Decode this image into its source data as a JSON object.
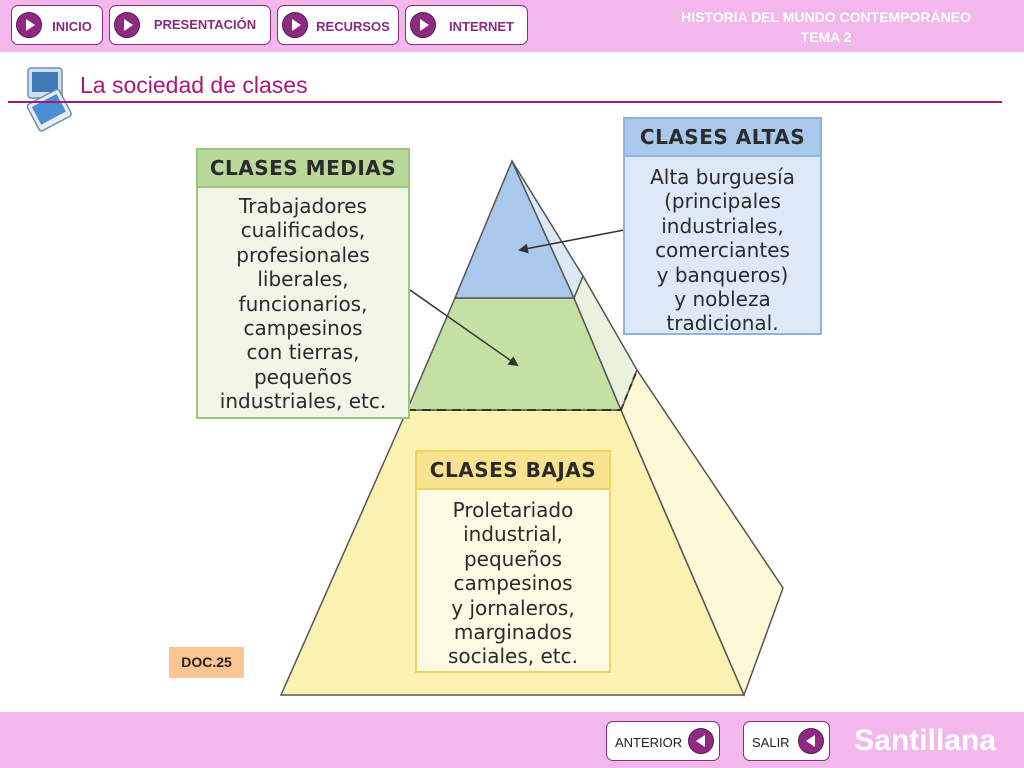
{
  "header": {
    "nav": [
      "INICIO",
      "PRESENTACIÓN",
      "RECURSOS",
      "INTERNET"
    ],
    "title_line1": "HISTORIA DEL MUNDO CONTEMPORÁNEO",
    "title_line2": "TEMA 2"
  },
  "page_title": "La sociedad de clases",
  "colors": {
    "accent": "#a8187c",
    "bar_bg": "#f2b8ec",
    "tier_top": "#a9c8eb",
    "tier_middle": "#c5e0a5",
    "tier_base": "#fbf2b2"
  },
  "clases_medias": {
    "heading": "CLASES MEDIAS",
    "lines": [
      "Trabajadores",
      "cualificados,",
      "profesionales",
      "liberales,",
      "funcionarios,",
      "campesinos",
      "con tierras,",
      "pequeños",
      "industriales, etc."
    ]
  },
  "clases_altas": {
    "heading": "CLASES ALTAS",
    "lines": [
      "Alta burguesía",
      "(principales",
      "industriales,",
      "comerciantes",
      "y banqueros)",
      "y nobleza",
      "tradicional."
    ]
  },
  "clases_bajas": {
    "heading": "CLASES BAJAS",
    "lines": [
      "Proletariado",
      "industrial,",
      "pequeños",
      "campesinos",
      "y jornaleros,",
      "marginados",
      "sociales, etc."
    ]
  },
  "doc_label": "DOC.25",
  "footer": {
    "anterior": "ANTERIOR",
    "salir": "SALIR",
    "brand": "Santillana"
  }
}
